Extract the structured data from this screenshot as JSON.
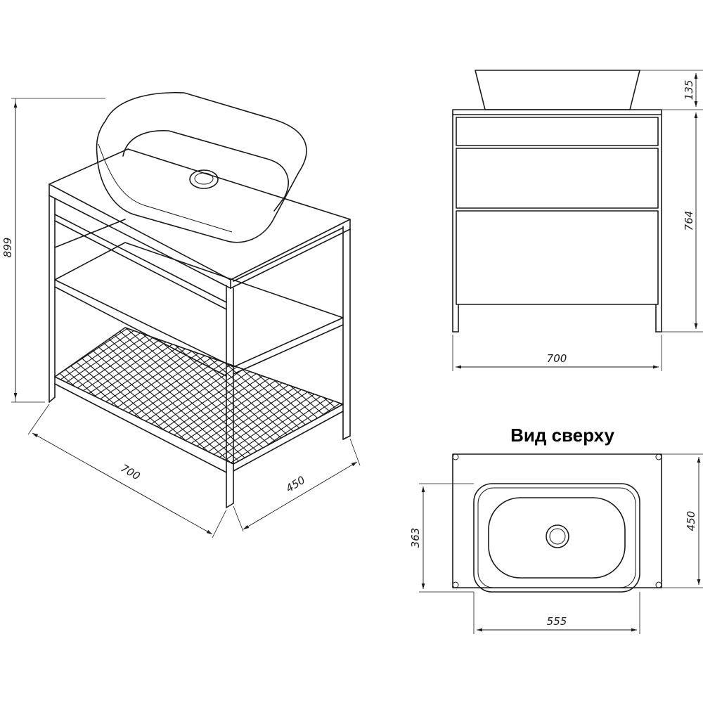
{
  "views": {
    "top_view_title": "Вид сверху"
  },
  "dimensions": {
    "iso_height": "899",
    "iso_width": "700",
    "iso_depth": "450",
    "front_bowl_height": "135",
    "front_stand_height": "764",
    "front_width": "700",
    "top_bowl_depth": "363",
    "top_depth": "450",
    "top_bowl_width": "555"
  }
}
